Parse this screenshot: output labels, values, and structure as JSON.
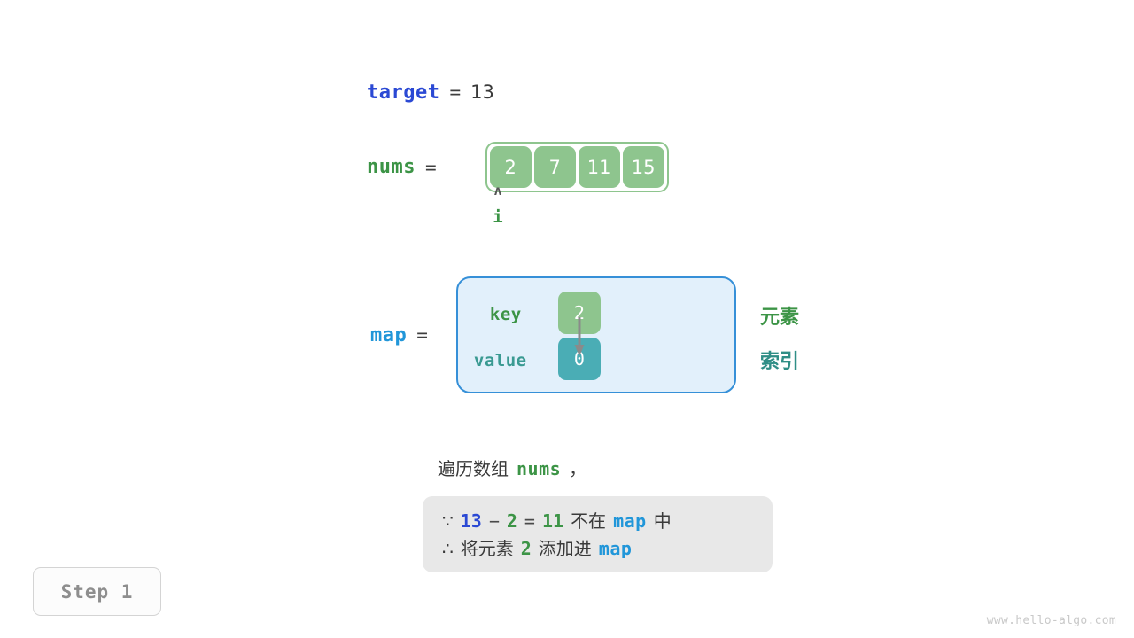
{
  "target": {
    "var_label": "target",
    "equals": "=",
    "value": "13"
  },
  "nums": {
    "var_label": "nums",
    "equals": "=",
    "cells": [
      "2",
      "7",
      "11",
      "15"
    ]
  },
  "pointer": {
    "caret": "ʌ",
    "label": "i"
  },
  "map": {
    "var_label": "map",
    "equals": "=",
    "key_label": "key",
    "value_label": "value",
    "key_cell": "2",
    "value_cell": "0",
    "side_label_element": "元素",
    "side_label_index": "索引"
  },
  "caption": {
    "text_before": "遍历数组",
    "code": "nums",
    "text_after": "，"
  },
  "info": {
    "line1": {
      "because": "∵",
      "num_target": "13",
      "minus": "−",
      "num_elem": "2",
      "equals": "=",
      "num_result": "11",
      "text_mid": "不在",
      "code_map": "map",
      "text_end": "中"
    },
    "line2": {
      "therefore": "∴",
      "text_before": "将元素",
      "num_elem": "2",
      "text_mid": "添加进",
      "code_map": "map"
    }
  },
  "step": {
    "label": "Step 1"
  },
  "watermark": "www.hello-algo.com",
  "colors": {
    "green_fill": "#8ec58e",
    "green_text": "#3c9446",
    "teal_fill": "#4aadb5",
    "teal_text": "#2f8e86",
    "blue_target": "#2b49d4",
    "blue_map": "#2196d9",
    "map_box_fill": "#e2f0fb",
    "map_box_border": "#3690d8",
    "info_box_fill": "#e8e8e8",
    "arrow_gray": "#8a8a8a"
  }
}
